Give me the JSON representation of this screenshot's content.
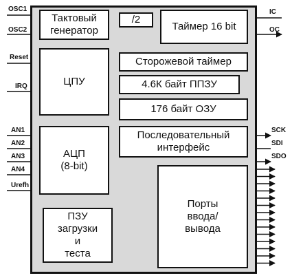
{
  "blocks": {
    "clock": "Тактовый\nгенератор",
    "divider": "/2",
    "timer": "Таймер 16 bit",
    "cpu": "ЦПУ",
    "watchdog": "Сторожевой таймер",
    "eprom": "4.6К байт ППЗУ",
    "ram": "176 байт ОЗУ",
    "serial": "Последовательный\nинтерфейс",
    "adc": "АЦП\n(8-bit)",
    "ports": "Порты\nввода/\nвывода",
    "bootrom": "ПЗУ\nзагрузки\nи\nтеста"
  },
  "pins_left": {
    "osc1": "OSC1",
    "osc2": "OSC2",
    "reset": "Reset",
    "irq": "IRQ",
    "an1": "AN1",
    "an2": "AN2",
    "an3": "AN3",
    "an4": "AN4",
    "urefh": "Urefh"
  },
  "pins_right": {
    "ic": "IC",
    "oc": "OC",
    "sck": "SCK",
    "sdi": "SDI",
    "sdo": "SDO"
  },
  "colors": {
    "chip_fill": "#d9d9d9",
    "block_fill": "#ffffff",
    "line": "#111111"
  }
}
